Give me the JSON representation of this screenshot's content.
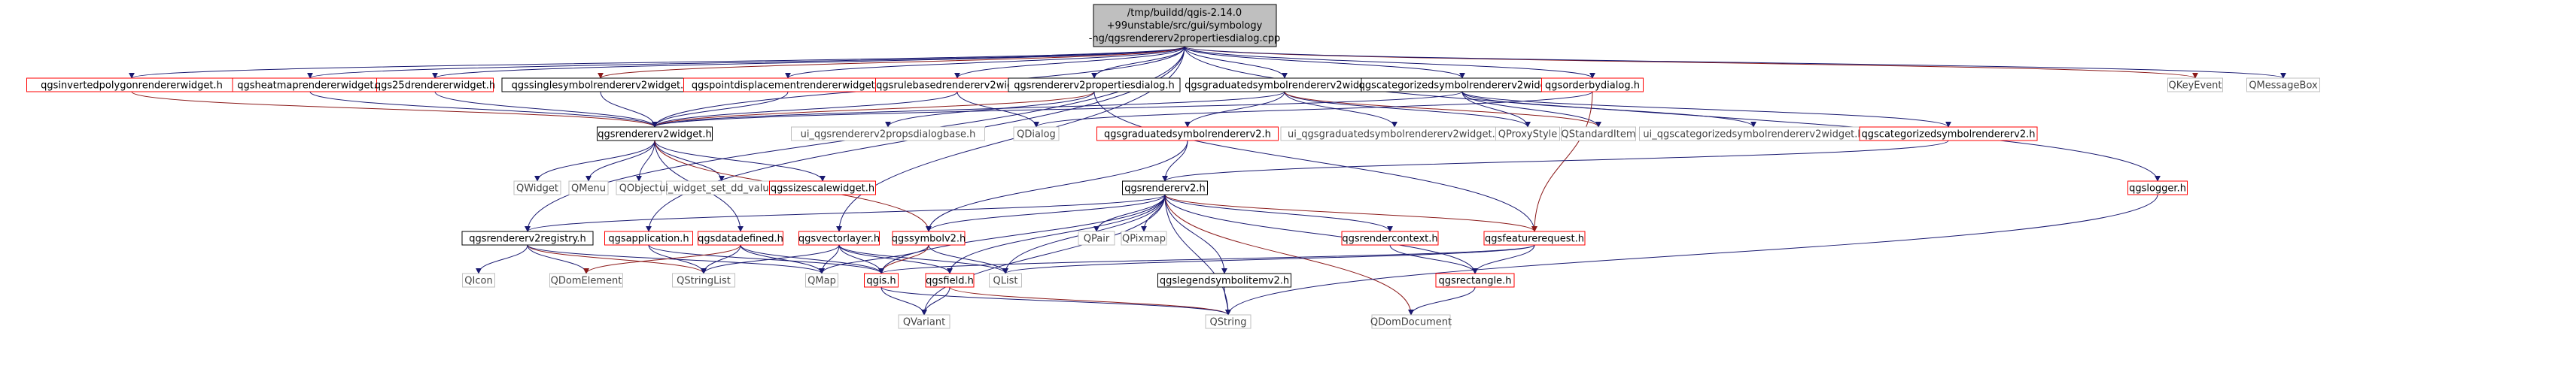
{
  "root": {
    "id": "root",
    "lines": [
      "/tmp/buildd/qgis-2.14.0",
      "+99unstable/src/gui/symbology",
      "-ng/qgsrendererv2propertiesdialog.cpp"
    ]
  },
  "nodes": [
    {
      "id": "qgsinvertedpolygonrendererwidget",
      "label": "qgsinvertedpolygonrendererwidget.h",
      "style": "red"
    },
    {
      "id": "qgsheatmaprendererwidget",
      "label": "qgsheatmaprendererwidget.h",
      "style": "red"
    },
    {
      "id": "qgs25drendererwidget",
      "label": "qgs25drendererwidget.h",
      "style": "red"
    },
    {
      "id": "qgssinglesymbolrendererv2widget",
      "label": "qgssinglesymbolrendererv2widget.h",
      "style": "black"
    },
    {
      "id": "qgspointdisplacementrendererwidget",
      "label": "qgspointdisplacementrendererwidget.h",
      "style": "red"
    },
    {
      "id": "qgsrulebasedrendererv2widget",
      "label": "qgsrulebasedrendererv2widget.h",
      "style": "red"
    },
    {
      "id": "qgsrendererv2propertiesdialog",
      "label": "qgsrendererv2propertiesdialog.h",
      "style": "black"
    },
    {
      "id": "qgsgraduatedsymbolrendererv2widget",
      "label": "qgsgraduatedsymbolrendererv2widget.h",
      "style": "black"
    },
    {
      "id": "qgscategorizedsymbolrendererv2widget",
      "label": "qgscategorizedsymbolrendererv2widget.h",
      "style": "black"
    },
    {
      "id": "qgsorderbydialog",
      "label": "qgsorderbydialog.h",
      "style": "red"
    },
    {
      "id": "QKeyEvent",
      "label": "QKeyEvent",
      "style": "gray"
    },
    {
      "id": "QMessageBox",
      "label": "QMessageBox",
      "style": "gray"
    },
    {
      "id": "qgsrendererv2widget",
      "label": "qgsrendererv2widget.h",
      "style": "black"
    },
    {
      "id": "ui_qgsrendererv2propsdialogbase",
      "label": "ui_qgsrendererv2propsdialogbase.h",
      "style": "gray"
    },
    {
      "id": "QDialog",
      "label": "QDialog",
      "style": "gray"
    },
    {
      "id": "qgsgraduatedsymbolrendererv2",
      "label": "qgsgraduatedsymbolrendererv2.h",
      "style": "red"
    },
    {
      "id": "ui_qgsgraduatedsymbolrendererv2widget",
      "label": "ui_qgsgraduatedsymbolrendererv2widget.h",
      "style": "gray"
    },
    {
      "id": "QProxyStyle",
      "label": "QProxyStyle",
      "style": "gray"
    },
    {
      "id": "QStandardItem",
      "label": "QStandardItem",
      "style": "gray"
    },
    {
      "id": "ui_qgscategorizedsymbolrendererv2widget",
      "label": "ui_qgscategorizedsymbolrendererv2widget.h",
      "style": "gray"
    },
    {
      "id": "qgscategorizedsymbolrendererv2",
      "label": "qgscategorizedsymbolrendererv2.h",
      "style": "red"
    },
    {
      "id": "QWidget",
      "label": "QWidget",
      "style": "gray"
    },
    {
      "id": "QMenu",
      "label": "QMenu",
      "style": "gray"
    },
    {
      "id": "QObject",
      "label": "QObject",
      "style": "gray"
    },
    {
      "id": "ui_widget_set_dd_value",
      "label": "ui_widget_set_dd_value.h",
      "style": "gray"
    },
    {
      "id": "qgssizescalewidget",
      "label": "qgssizescalewidget.h",
      "style": "red"
    },
    {
      "id": "qgsrendererv2",
      "label": "qgsrendererv2.h",
      "style": "black"
    },
    {
      "id": "qgslogger",
      "label": "qgslogger.h",
      "style": "red"
    },
    {
      "id": "qgsrendererv2registry",
      "label": "qgsrendererv2registry.h",
      "style": "black"
    },
    {
      "id": "qgsapplication",
      "label": "qgsapplication.h",
      "style": "red"
    },
    {
      "id": "qgsdatadefined",
      "label": "qgsdatadefined.h",
      "style": "red"
    },
    {
      "id": "qgsvectorlayer",
      "label": "qgsvectorlayer.h",
      "style": "red"
    },
    {
      "id": "qgssymbolv2",
      "label": "qgssymbolv2.h",
      "style": "red"
    },
    {
      "id": "QPair",
      "label": "QPair",
      "style": "gray"
    },
    {
      "id": "QPixmap",
      "label": "QPixmap",
      "style": "gray"
    },
    {
      "id": "qgsrendercontext",
      "label": "qgsrendercontext.h",
      "style": "red"
    },
    {
      "id": "qgsfeaturerequest",
      "label": "qgsfeaturerequest.h",
      "style": "red"
    },
    {
      "id": "QIcon",
      "label": "QIcon",
      "style": "gray"
    },
    {
      "id": "QDomElement",
      "label": "QDomElement",
      "style": "gray"
    },
    {
      "id": "QStringList",
      "label": "QStringList",
      "style": "gray"
    },
    {
      "id": "QMap",
      "label": "QMap",
      "style": "gray"
    },
    {
      "id": "qgsfield",
      "label": "qgsfield.h",
      "style": "red"
    },
    {
      "id": "qgis",
      "label": "qgis.h",
      "style": "red"
    },
    {
      "id": "QList",
      "label": "QList",
      "style": "gray"
    },
    {
      "id": "qgslegendsymbolitemv2",
      "label": "qgslegendsymbolitemv2.h",
      "style": "black"
    },
    {
      "id": "qgsrectangle",
      "label": "qgsrectangle.h",
      "style": "red"
    },
    {
      "id": "QVariant",
      "label": "QVariant",
      "style": "gray"
    },
    {
      "id": "QString",
      "label": "QString",
      "style": "gray"
    },
    {
      "id": "QDomDocument",
      "label": "QDomDocument",
      "style": "gray"
    }
  ],
  "edges": [
    [
      "root",
      "qgsinvertedpolygonrendererwidget"
    ],
    [
      "root",
      "qgsheatmaprendererwidget"
    ],
    [
      "root",
      "qgs25drendererwidget"
    ],
    [
      "root",
      "qgssinglesymbolrendererv2widget"
    ],
    [
      "root",
      "qgspointdisplacementrendererwidget"
    ],
    [
      "root",
      "qgsrulebasedrendererv2widget"
    ],
    [
      "root",
      "qgsrendererv2propertiesdialog"
    ],
    [
      "root",
      "qgsgraduatedsymbolrendererv2widget"
    ],
    [
      "root",
      "qgscategorizedsymbolrendererv2widget"
    ],
    [
      "root",
      "qgsorderbydialog"
    ],
    [
      "root",
      "QKeyEvent"
    ],
    [
      "root",
      "QMessageBox"
    ],
    [
      "root",
      "qgslogger"
    ],
    [
      "root",
      "qgsrendererv2widget"
    ],
    [
      "root",
      "qgsrendererv2registry"
    ],
    [
      "root",
      "qgsapplication"
    ],
    [
      "root",
      "qgsvectorlayer"
    ],
    [
      "qgsinvertedpolygonrendererwidget",
      "qgsrendererv2widget"
    ],
    [
      "qgsheatmaprendererwidget",
      "qgsrendererv2widget"
    ],
    [
      "qgs25drendererwidget",
      "qgsrendererv2widget"
    ],
    [
      "qgssinglesymbolrendererv2widget",
      "qgsrendererv2widget"
    ],
    [
      "qgspointdisplacementrendererwidget",
      "qgsrendererv2widget"
    ],
    [
      "qgsrulebasedrendererv2widget",
      "qgsrendererv2widget"
    ],
    [
      "qgsrulebasedrendererv2widget",
      "QDialog"
    ],
    [
      "qgsrendererv2propertiesdialog",
      "qgsrendererv2widget"
    ],
    [
      "qgsrendererv2propertiesdialog",
      "ui_qgsrendererv2propsdialogbase"
    ],
    [
      "qgsrendererv2propertiesdialog",
      "qgsfeaturerequest"
    ],
    [
      "qgsgraduatedsymbolrendererv2widget",
      "qgsrendererv2widget"
    ],
    [
      "qgsgraduatedsymbolrendererv2widget",
      "qgsgraduatedsymbolrendererv2"
    ],
    [
      "qgsgraduatedsymbolrendererv2widget",
      "ui_qgsgraduatedsymbolrendererv2widget"
    ],
    [
      "qgsgraduatedsymbolrendererv2widget",
      "QProxyStyle"
    ],
    [
      "qgsgraduatedsymbolrendererv2widget",
      "QStandardItem"
    ],
    [
      "qgscategorizedsymbolrendererv2widget",
      "qgsrendererv2widget"
    ],
    [
      "qgscategorizedsymbolrendererv2widget",
      "ui_qgscategorizedsymbolrendererv2widget"
    ],
    [
      "qgscategorizedsymbolrendererv2widget",
      "qgscategorizedsymbolrendererv2"
    ],
    [
      "qgscategorizedsymbolrendererv2widget",
      "QProxyStyle"
    ],
    [
      "qgscategorizedsymbolrendererv2widget",
      "QStandardItem"
    ],
    [
      "qgsorderbydialog",
      "QDialog"
    ],
    [
      "qgsorderbydialog",
      "qgsfeaturerequest"
    ],
    [
      "qgsrendererv2widget",
      "QWidget"
    ],
    [
      "qgsrendererv2widget",
      "QMenu"
    ],
    [
      "qgsrendererv2widget",
      "QObject"
    ],
    [
      "qgsrendererv2widget",
      "ui_widget_set_dd_value"
    ],
    [
      "qgsrendererv2widget",
      "qgssizescalewidget"
    ],
    [
      "qgsrendererv2widget",
      "qgsdatadefined"
    ],
    [
      "qgsrendererv2widget",
      "qgssymbolv2"
    ],
    [
      "qgsgraduatedsymbolrendererv2",
      "qgsrendererv2"
    ],
    [
      "qgsgraduatedsymbolrendererv2",
      "qgssymbolv2"
    ],
    [
      "qgscategorizedsymbolrendererv2",
      "qgsrendererv2"
    ],
    [
      "qgsrendererv2",
      "QPair"
    ],
    [
      "qgsrendererv2",
      "QPixmap"
    ],
    [
      "qgsrendererv2",
      "qgsrendercontext"
    ],
    [
      "qgsrendererv2",
      "qgsfeaturerequest"
    ],
    [
      "qgsrendererv2",
      "qgssymbolv2"
    ],
    [
      "qgsrendererv2",
      "qgis"
    ],
    [
      "qgsrendererv2",
      "qgsfield"
    ],
    [
      "qgsrendererv2",
      "QList"
    ],
    [
      "qgsrendererv2",
      "qgslegendsymbolitemv2"
    ],
    [
      "qgsrendererv2",
      "qgsrectangle"
    ],
    [
      "qgsrendererv2",
      "QDomDocument"
    ],
    [
      "qgsrendererv2",
      "QString"
    ],
    [
      "qgsrendererv2",
      "QVariant"
    ],
    [
      "qgsrendererv2",
      "qgsrendererv2registry"
    ],
    [
      "qgslogger",
      "QString"
    ],
    [
      "qgsrendererv2registry",
      "QIcon"
    ],
    [
      "qgsrendererv2registry",
      "QDomElement"
    ],
    [
      "qgsrendererv2registry",
      "QStringList"
    ],
    [
      "qgsrendererv2registry",
      "QMap"
    ],
    [
      "qgsapplication",
      "QStringList"
    ],
    [
      "qgsapplication",
      "qgis"
    ],
    [
      "qgsdatadefined",
      "QStringList"
    ],
    [
      "qgsdatadefined",
      "QMap"
    ],
    [
      "qgsdatadefined",
      "qgis"
    ],
    [
      "qgsdatadefined",
      "QDomElement"
    ],
    [
      "qgsvectorlayer",
      "QMap"
    ],
    [
      "qgsvectorlayer",
      "qgis"
    ],
    [
      "qgsvectorlayer",
      "qgsfield"
    ],
    [
      "qgsvectorlayer",
      "QList"
    ],
    [
      "qgsvectorlayer",
      "QStringList"
    ],
    [
      "qgssymbolv2",
      "QMap"
    ],
    [
      "qgssymbolv2",
      "qgis"
    ],
    [
      "qgssymbolv2",
      "QList"
    ],
    [
      "qgsrendercontext",
      "qgsrectangle"
    ],
    [
      "qgsfeaturerequest",
      "qgsrectangle"
    ],
    [
      "qgsfeaturerequest",
      "qgis"
    ],
    [
      "qgsfeaturerequest",
      "QList"
    ],
    [
      "qgsfield",
      "QVariant"
    ],
    [
      "qgsfield",
      "QString"
    ],
    [
      "qgis",
      "QVariant"
    ],
    [
      "qgis",
      "QString"
    ],
    [
      "qgslegendsymbolitemv2",
      "QString"
    ],
    [
      "qgsrectangle",
      "QDomDocument"
    ]
  ],
  "colors": {
    "edge_primary": "#191970",
    "edge_secondary": "#8b1a1a",
    "box_black": "#000000",
    "box_red": "#ff0000",
    "box_gray": "#bfbfbf",
    "root_fill": "#bfbfbf",
    "text_main": "#000000",
    "text_gray": "#444444"
  }
}
